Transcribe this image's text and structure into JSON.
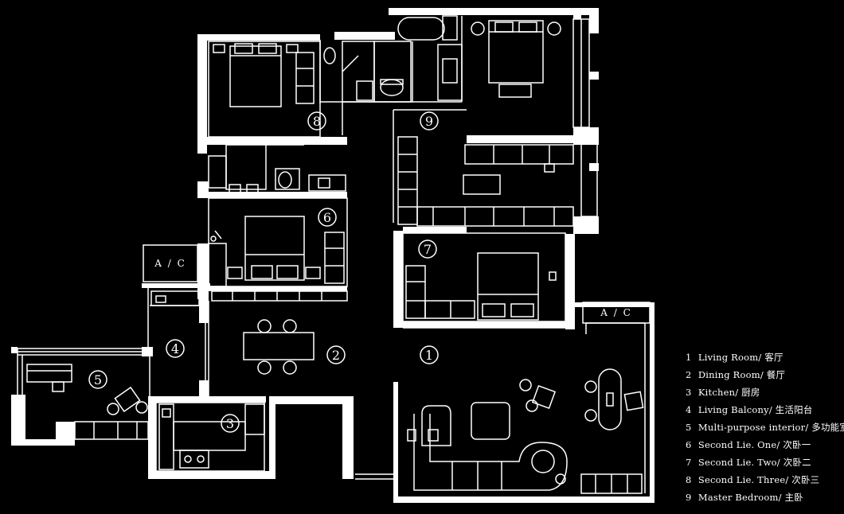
{
  "room_markers": [
    {
      "num": "1"
    },
    {
      "num": "2"
    },
    {
      "num": "3"
    },
    {
      "num": "4"
    },
    {
      "num": "5"
    },
    {
      "num": "6"
    },
    {
      "num": "7"
    },
    {
      "num": "8"
    },
    {
      "num": "9"
    }
  ],
  "ac_label": "A / C",
  "legend": [
    {
      "num": "1",
      "text": "Living Room/ 客厅"
    },
    {
      "num": "2",
      "text": "Dining Room/ 餐厅"
    },
    {
      "num": "3",
      "text": "Kitchen/ 厨房"
    },
    {
      "num": "4",
      "text": "Living Balcony/ 生活阳台"
    },
    {
      "num": "5",
      "text": "Multi-purpose interior/ 多功能室"
    },
    {
      "num": "6",
      "text": "Second Lie. One/ 次卧一"
    },
    {
      "num": "7",
      "text": "Second Lie. Two/ 次卧二"
    },
    {
      "num": "8",
      "text": "Second Lie. Three/ 次卧三"
    },
    {
      "num": "9",
      "text": "Master Bedroom/ 主卧"
    }
  ],
  "colors": {
    "background": "#000000",
    "walls": "#ffffff",
    "lines": "#ffffff"
  }
}
